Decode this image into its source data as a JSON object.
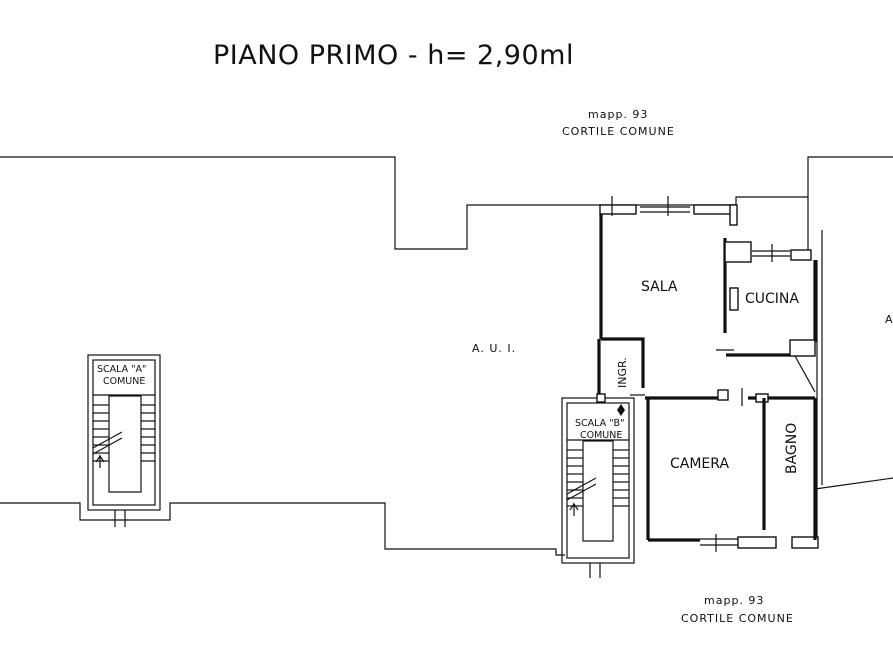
{
  "title": "PIANO PRIMO - h= 2,90ml",
  "labels": {
    "top_mapp": "mapp. 93",
    "top_cortile": "CORTILE COMUNE",
    "bottom_mapp": "mapp. 93",
    "bottom_cortile": "CORTILE COMUNE",
    "aui_left": "A. U. I.",
    "aui_right": "A",
    "sala": "SALA",
    "cucina": "CUCINA",
    "ingr": "INGR.",
    "camera": "CAMERA",
    "bagno": "BAGNO",
    "scala_a_line1": "SCALA \"A\"",
    "scala_a_line2": "COMUNE",
    "scala_b_line1": "SCALA \"B\"",
    "scala_b_line2": "COMUNE"
  }
}
